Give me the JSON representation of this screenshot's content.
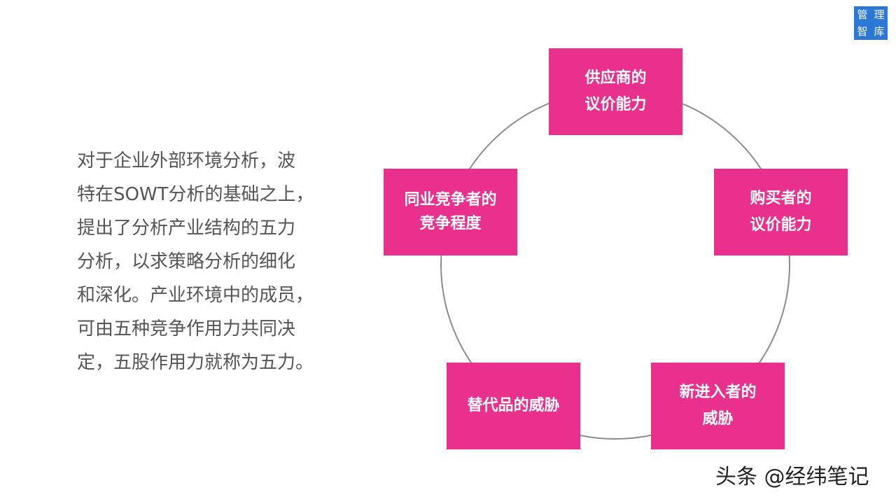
{
  "logo": {
    "chars": [
      "管",
      "理",
      "智",
      "库"
    ],
    "color": "#2b78d6"
  },
  "intro": {
    "lines": [
      "对于企业外部环境分析，波",
      "特在SOWT分析的基础之上，",
      "提出了分析产业结构的五力",
      "分析，以求策略分析的细化",
      "和深化。产业环境中的成员，",
      "可由五种竞争作用力共同决",
      "定，五股作用力就称为五力。"
    ]
  },
  "diagram": {
    "node_color": "#e8308c",
    "ring_color": "#8c8c8c",
    "nodes": {
      "supplier": [
        "供应商的",
        "议价能力"
      ],
      "competitor": [
        "同业竞争者的",
        "竞争程度"
      ],
      "buyer": [
        "购买者的",
        "议价能力"
      ],
      "substitute": [
        "替代品的威胁"
      ],
      "entrant": [
        "新进入者的",
        "威胁"
      ]
    }
  },
  "watermark": {
    "text": "头条 @经纬笔记"
  }
}
